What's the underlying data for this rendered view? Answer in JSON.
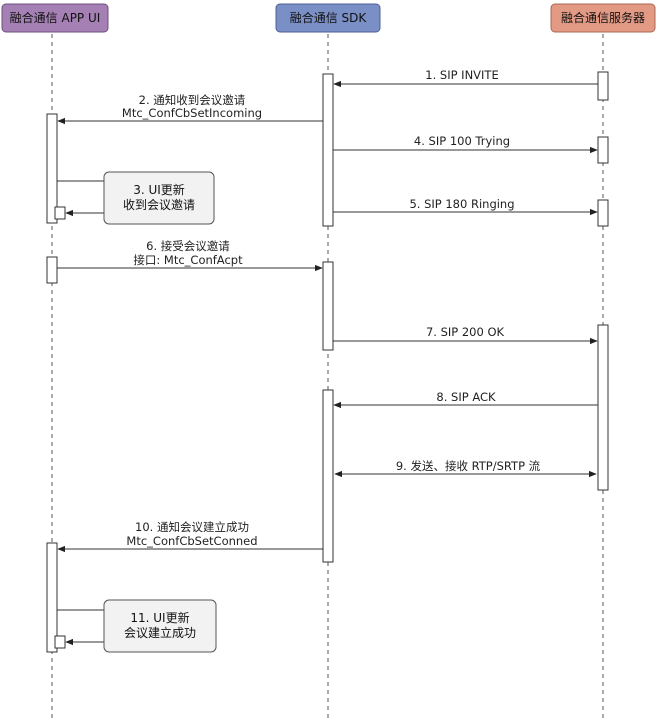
{
  "participants": [
    {
      "id": "app",
      "label": "融合通信 APP UI",
      "fill": "#a580b5",
      "stroke": "#6e4f7f"
    },
    {
      "id": "sdk",
      "label": "融合通信 SDK",
      "fill": "#7b8fc7",
      "stroke": "#4d5f96"
    },
    {
      "id": "srv",
      "label": "融合通信服务器",
      "fill": "#e39a85",
      "stroke": "#a96752"
    }
  ],
  "messages": [
    {
      "lines": [
        "1. SIP INVITE"
      ]
    },
    {
      "lines": [
        "2. 通知收到会议邀请",
        "Mtc_ConfCbSetIncoming"
      ]
    },
    {
      "lines": [
        "4. SIP 100 Trying"
      ]
    },
    {
      "lines": [
        "5. SIP 180 Ringing"
      ]
    },
    {
      "lines": [
        "6. 接受会议邀请",
        "接口: Mtc_ConfAcpt"
      ]
    },
    {
      "lines": [
        "7. SIP 200 OK"
      ]
    },
    {
      "lines": [
        "8. SIP ACK"
      ]
    },
    {
      "lines": [
        "9. 发送、接收 RTP/SRTP 流"
      ]
    },
    {
      "lines": [
        "10. 通知会议建立成功",
        "Mtc_ConfCbSetConned"
      ]
    }
  ],
  "notes": [
    {
      "lines": [
        "3. UI更新",
        "收到会议邀请"
      ]
    },
    {
      "lines": [
        "11. UI更新",
        "会议建立成功"
      ]
    }
  ]
}
